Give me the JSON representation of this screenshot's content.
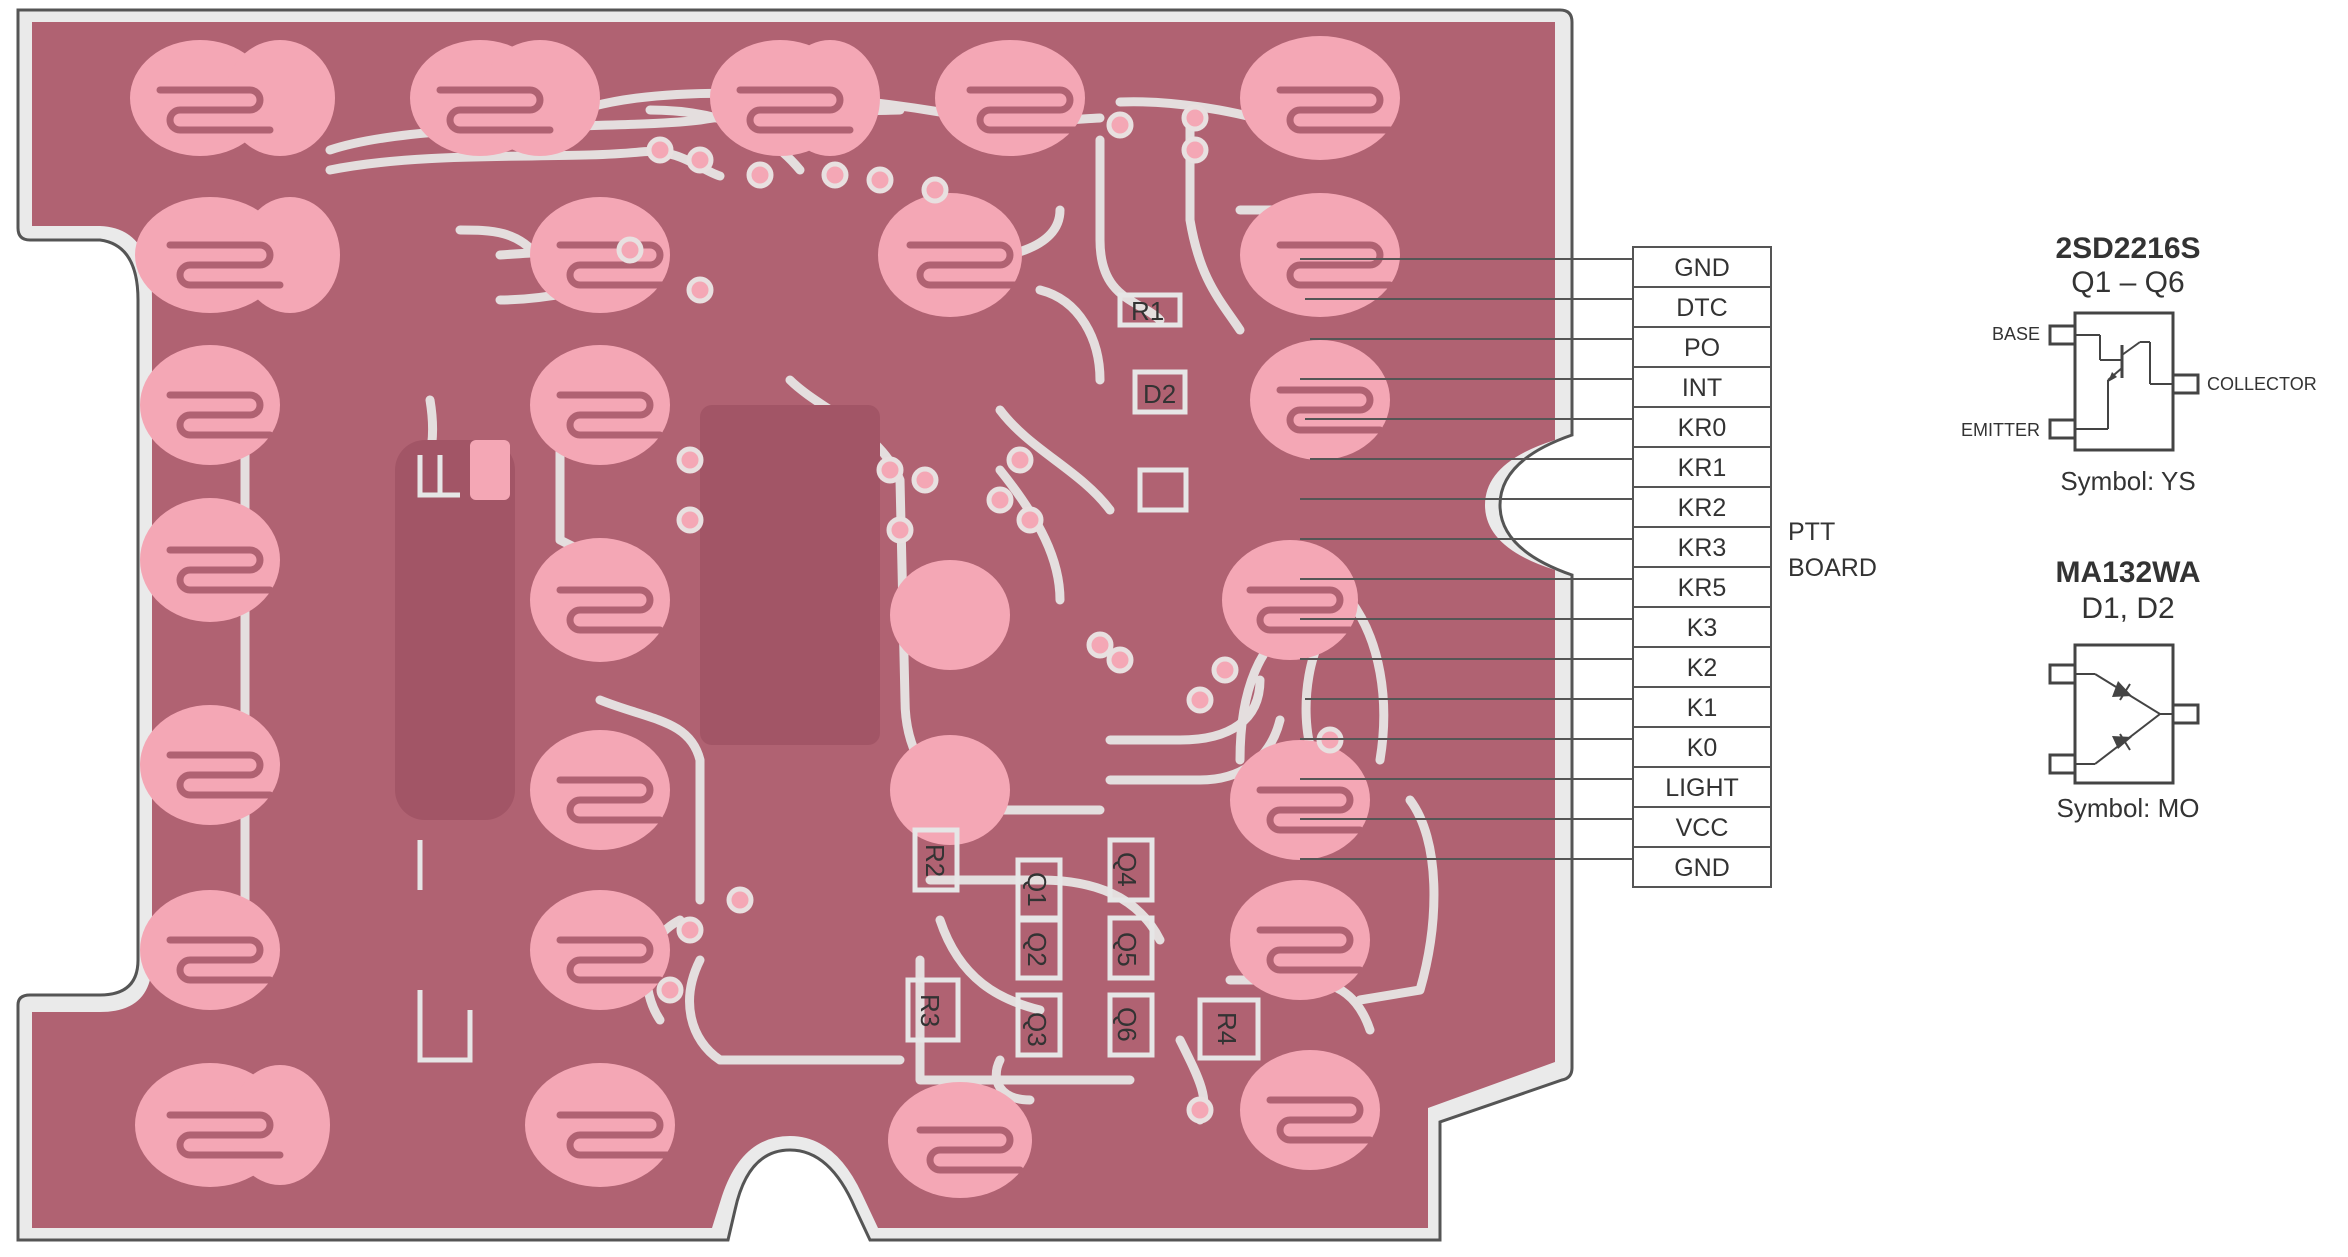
{
  "pcb": {
    "ref_labels": [
      "R1",
      "D2",
      "R2",
      "R3",
      "R4",
      "Q1",
      "Q2",
      "Q3",
      "Q4",
      "Q5",
      "Q6"
    ],
    "colors": {
      "board": "#b06272",
      "pad": "#f4a7b5",
      "silk": "#e6e6e6",
      "background": "#ffffff",
      "lines": "#4a4a4a"
    }
  },
  "connector": {
    "pins": [
      "GND",
      "DTC",
      "PO",
      "INT",
      "KR0",
      "KR1",
      "KR2",
      "KR3",
      "KR5",
      "K3",
      "K2",
      "K1",
      "K0",
      "LIGHT",
      "VCC",
      "GND"
    ],
    "label": [
      "PTT",
      "BOARD"
    ]
  },
  "transistor": {
    "part": "2SD2216S",
    "refs": "Q1 – Q6",
    "base": "BASE",
    "emitter": "EMITTER",
    "collector": "COLLECTOR",
    "symbol": "Symbol: YS",
    "icon": "npn-transistor-icon"
  },
  "diode": {
    "part": "MA132WA",
    "refs": "D1, D2",
    "symbol": "Symbol: MO",
    "icon": "dual-diode-icon"
  }
}
